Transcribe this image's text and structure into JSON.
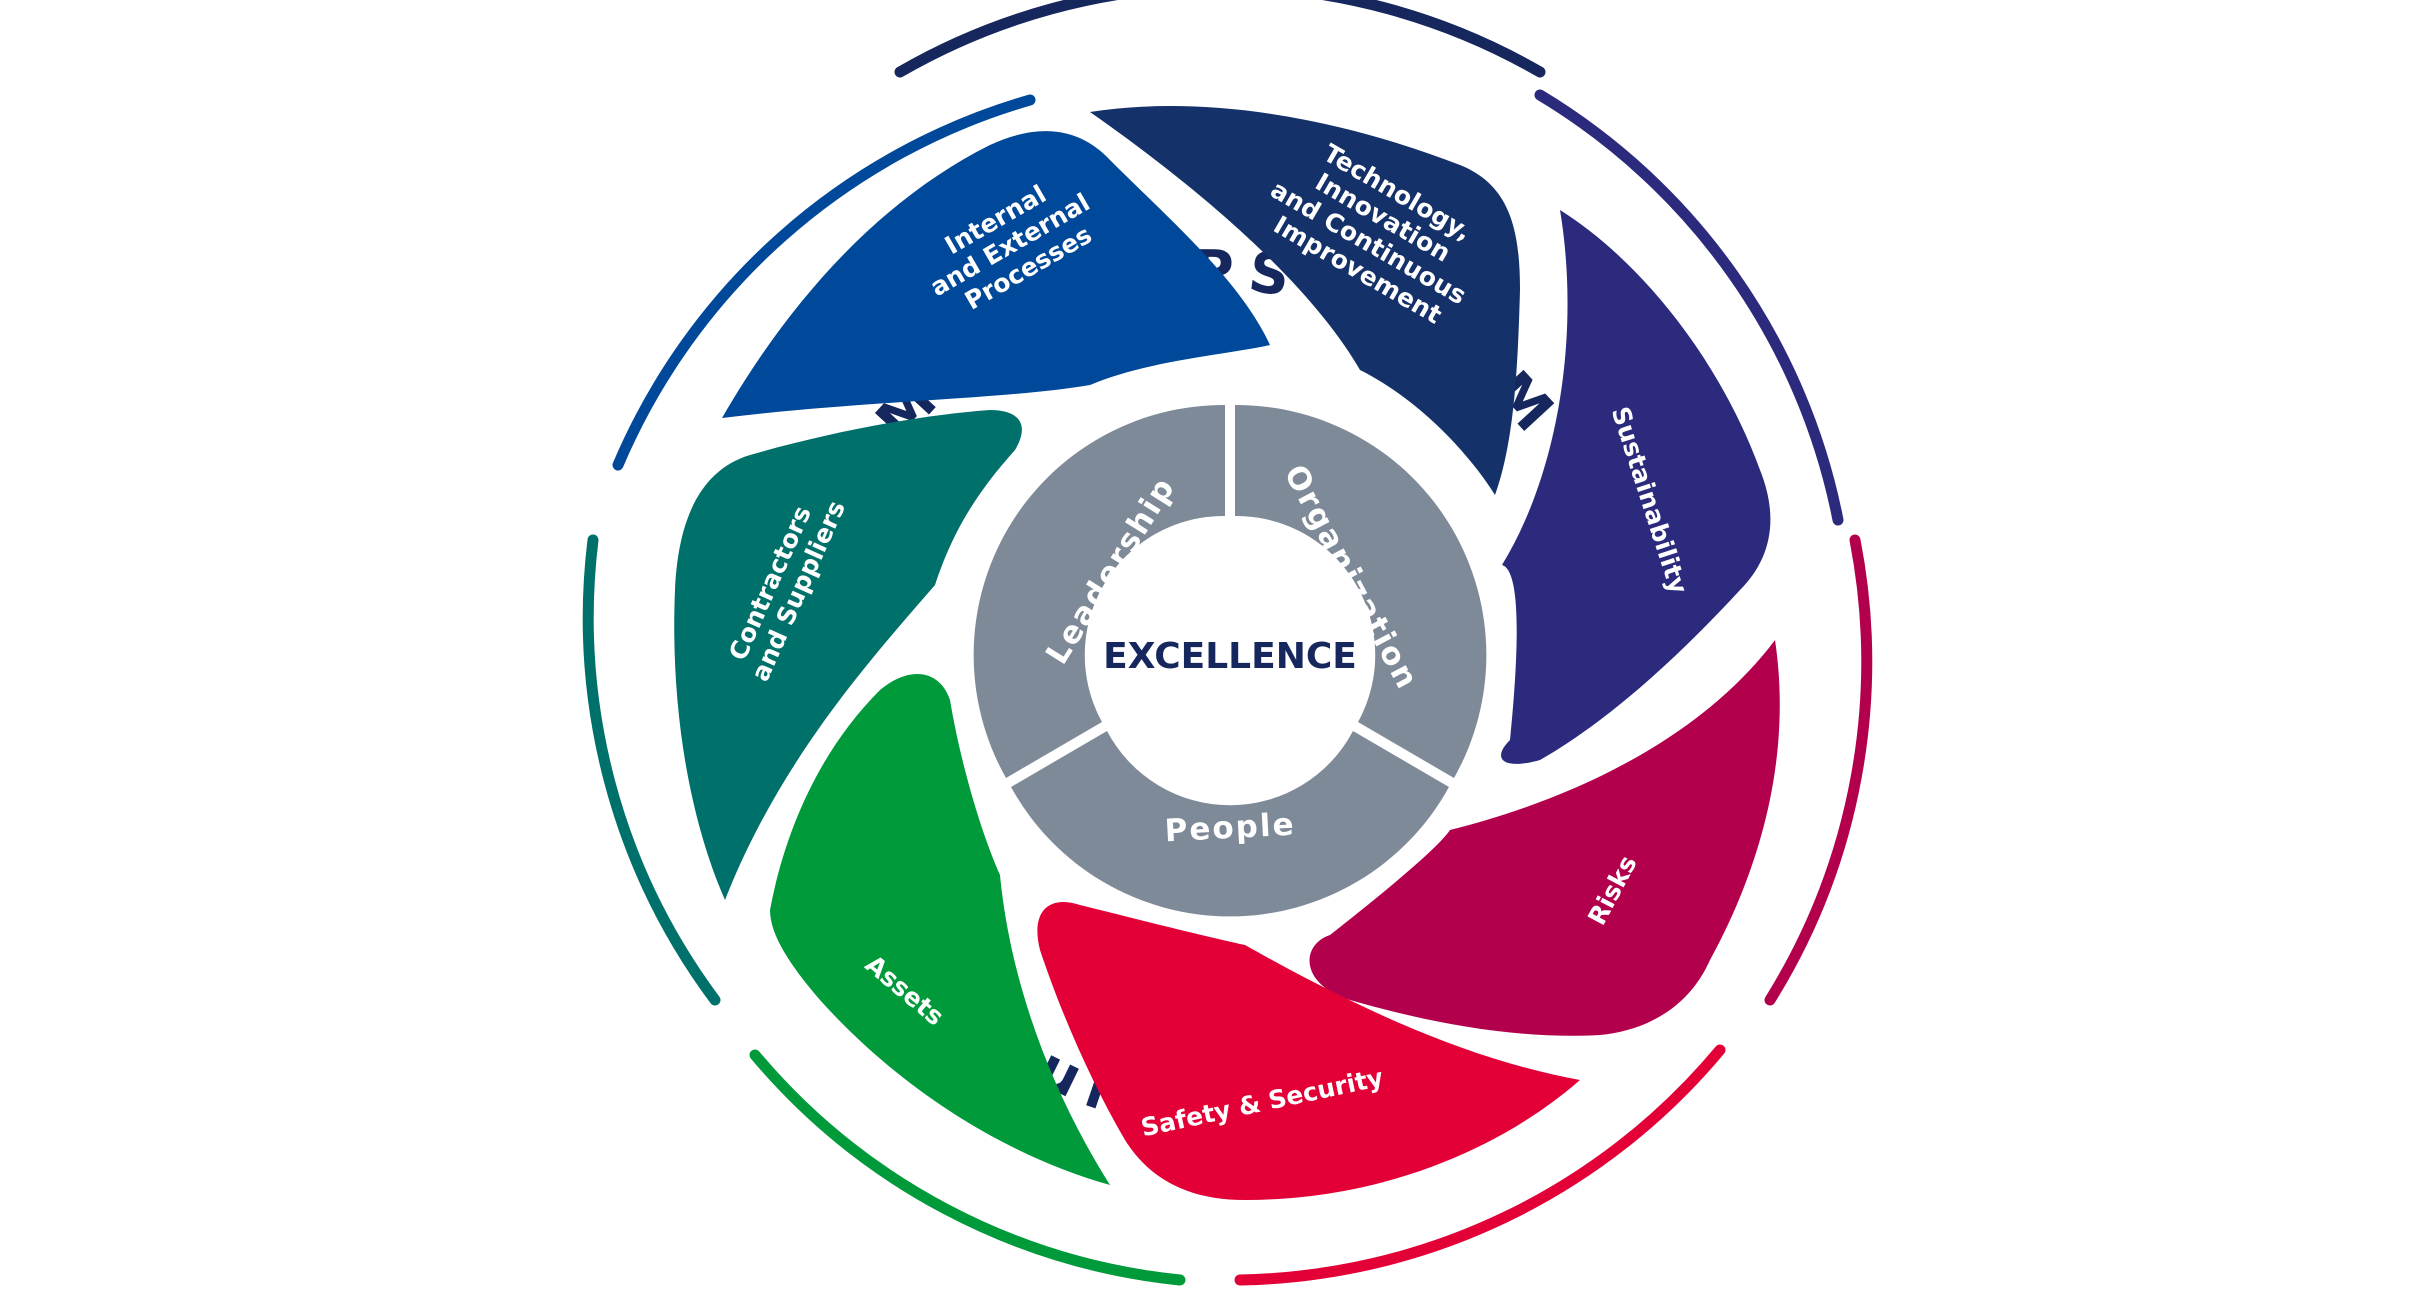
{
  "diagram": {
    "outer_title": "MGE - UPSTREAM",
    "bottom_title": "Our Culture",
    "center": "EXCELLENCE",
    "core_segments": [
      {
        "label": "Leadership"
      },
      {
        "label": "Organization"
      },
      {
        "label": "People"
      }
    ],
    "petals": [
      {
        "lines": [
          "Internal",
          "and External",
          "Processes"
        ],
        "color": "#00489a"
      },
      {
        "lines": [
          "Technology,",
          "Innovation",
          "and Continuous",
          "Improvement"
        ],
        "color": "#15316a"
      },
      {
        "lines": [
          "Sustainability"
        ],
        "color": "#2b2a7c"
      },
      {
        "lines": [
          "Risks"
        ],
        "color": "#b3004d"
      },
      {
        "lines": [
          "Safety & Security"
        ],
        "color": "#e20036"
      },
      {
        "lines": [
          "Assets"
        ],
        "color": "#009a3a"
      },
      {
        "lines": [
          "Contractors",
          "and Suppliers"
        ],
        "color": "#00706a"
      }
    ],
    "colors": {
      "core_gray": "#7f8a98",
      "title_navy": "#16275e"
    }
  }
}
